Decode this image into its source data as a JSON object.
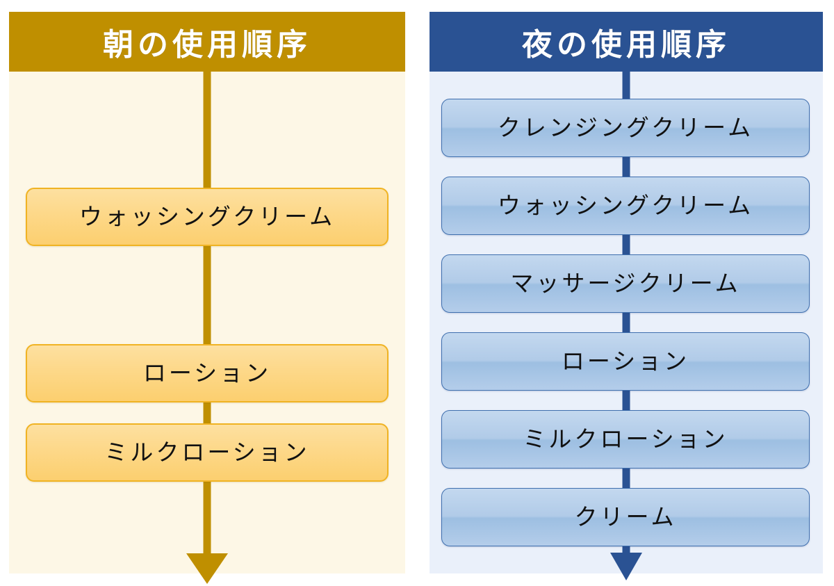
{
  "diagram": {
    "panels": [
      {
        "id": "morning",
        "title": "朝の使用順序",
        "header_color": "#bf8f00",
        "body_color": "#fdf7e6",
        "box_color": "#fdd889",
        "box_border_color": "#f0b323",
        "connector_color": "#bf8f00",
        "steps": [
          {
            "label": "ウォッシングクリーム"
          },
          {
            "label": "ローション"
          },
          {
            "label": "ミルクローション"
          }
        ]
      },
      {
        "id": "night",
        "title": "夜の使用順序",
        "header_color": "#2a5293",
        "body_color": "#eaf0fa",
        "box_color": "#b1cbe8",
        "box_border_color": "#3f6fae",
        "connector_color": "#2a5293",
        "steps": [
          {
            "label": "クレンジングクリーム"
          },
          {
            "label": "ウォッシングクリーム"
          },
          {
            "label": "マッサージクリーム"
          },
          {
            "label": "ローション"
          },
          {
            "label": "ミルクローション"
          },
          {
            "label": "クリーム"
          }
        ]
      }
    ]
  }
}
